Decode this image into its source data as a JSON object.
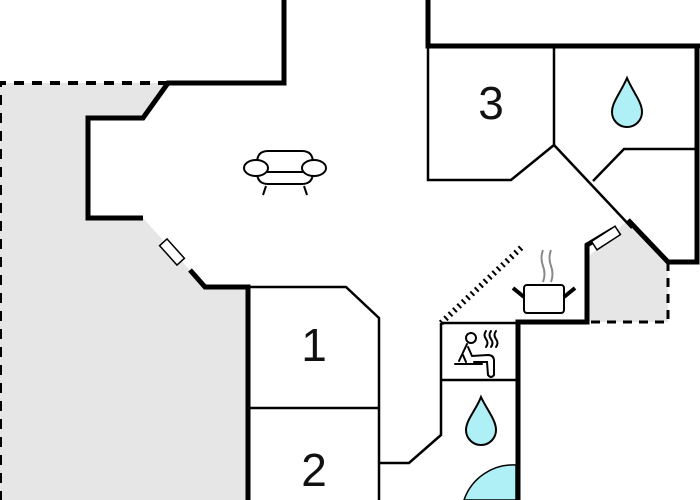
{
  "floorplan": {
    "colors": {
      "wall": "#000000",
      "outdoor_area": "#e6e6e6",
      "water_fill": "#aef0f5",
      "steam": "#8a8a8a",
      "background": "#ffffff"
    },
    "rooms": [
      {
        "id": "bedroom-1",
        "label": "1",
        "type": "bedroom"
      },
      {
        "id": "bedroom-2",
        "label": "2",
        "type": "bedroom"
      },
      {
        "id": "bedroom-3",
        "label": "3",
        "type": "bedroom"
      },
      {
        "id": "bathroom-top-right",
        "type": "bathroom",
        "icon": "water-drop-icon"
      },
      {
        "id": "bathroom-bottom",
        "type": "bathroom",
        "icon": "water-drop-icon",
        "fixture": "shower-quarter-circle"
      },
      {
        "id": "sauna",
        "type": "sauna",
        "icon": "sauna-person-icon"
      },
      {
        "id": "living-room",
        "type": "living",
        "icon": "sofa-icon"
      },
      {
        "id": "kitchen",
        "type": "kitchen",
        "icon": "cooking-pot-icon"
      },
      {
        "id": "terrace-left",
        "type": "outdoor-terrace"
      },
      {
        "id": "terrace-right",
        "type": "outdoor-terrace"
      }
    ],
    "windows": [
      {
        "id": "window-left",
        "location": "living room diagonal wall"
      },
      {
        "id": "window-right",
        "location": "kitchen diagonal wall"
      }
    ]
  }
}
